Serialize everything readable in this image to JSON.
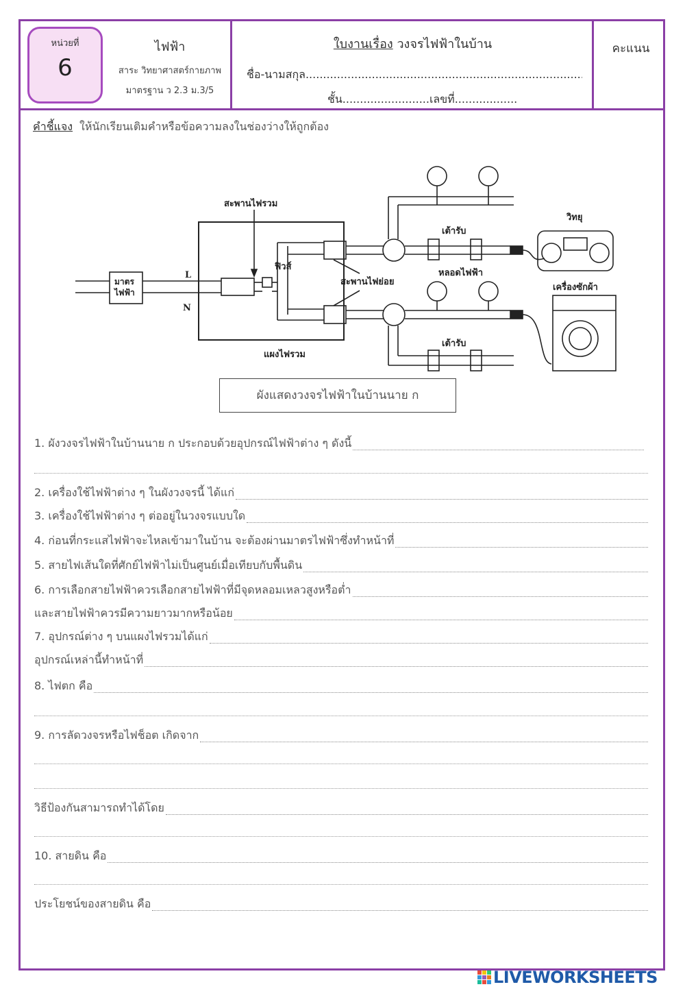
{
  "header": {
    "unit_label": "หน่วยที่",
    "unit_number": "6",
    "subject_title": "ไฟฟ้า",
    "subject_area": "สาระ วิทยาศาสตร์กายภาพ",
    "standard": "มาตรฐาน ว 2.3 ม.3/5",
    "worksheet_label": "ใบงานเรื่อง",
    "worksheet_topic": "วงจรไฟฟ้าในบ้าน",
    "name_field": "ชื่อ-นามสกุล.......................................................................................",
    "class_field": "ชั้น.........................เลขที่..................",
    "score_label": "คะแนน"
  },
  "instructions": {
    "label": "คำชี้แจง",
    "text": "ให้นักเรียนเติมคำหรือข้อความลงในช่องว่างให้ถูกต้อง"
  },
  "diagram": {
    "main_switch": "สะพานไฟรวม",
    "meter": "มาตร ไฟฟ้า",
    "meter_line1": "มาตร",
    "meter_line2": "ไฟฟ้า",
    "line_l": "L",
    "line_n": "N",
    "fuse": "ฟิวส์",
    "sub_switch": "สะพานไฟย่อย",
    "panel": "แผงไฟรวม",
    "outlet_top": "เต้ารับ",
    "outlet_bottom": "เต้ารับ",
    "bulb": "หลอดไฟฟ้า",
    "radio": "วิทยุ",
    "washer": "เครื่องซักผ้า"
  },
  "caption": "ผังแสดงวงจรไฟฟ้าในบ้านนาย ก",
  "questions": [
    "1.  ผังวงจรไฟฟ้าในบ้านนาย ก ประกอบด้วยอุปกรณ์ไฟฟ้าต่าง ๆ ดังนี้",
    "2.  เครื่องใช้ไฟฟ้าต่าง ๆ ในผังวงจรนี้ ได้แก่",
    "3.  เครื่องใช้ไฟฟ้าต่าง ๆ ต่ออยู่ในวงจรแบบใด",
    "4.  ก่อนที่กระแสไฟฟ้าจะไหลเข้ามาในบ้าน จะต้องผ่านมาตรไฟฟ้าซึ่งทำหน้าที่",
    "5.  สายไฟเส้นใดที่ศักย์ไฟฟ้าไม่เป็นศูนย์เมื่อเทียบกับพื้นดิน",
    "6.  การเลือกสายไฟฟ้าควรเลือกสายไฟฟ้าที่มีจุดหลอมเหลวสูงหรือต่ำ",
    "  และสายไฟฟ้าควรมีความยาวมากหรือน้อย",
    "7.  อุปกรณ์ต่าง ๆ บนแผงไฟรวมได้แก่",
    "  อุปกรณ์เหล่านี้ทำหน้าที่",
    "8.  ไฟตก คือ",
    "9.  การลัดวงจรหรือไฟช็อต เกิดจาก",
    "วิธีป้องกันสามารถทำได้โดย",
    "10.  สายดิน คือ",
    "ประโยชน์ของสายดิน คือ"
  ],
  "footer": {
    "brand": "LIVEWORKSHEETS"
  }
}
